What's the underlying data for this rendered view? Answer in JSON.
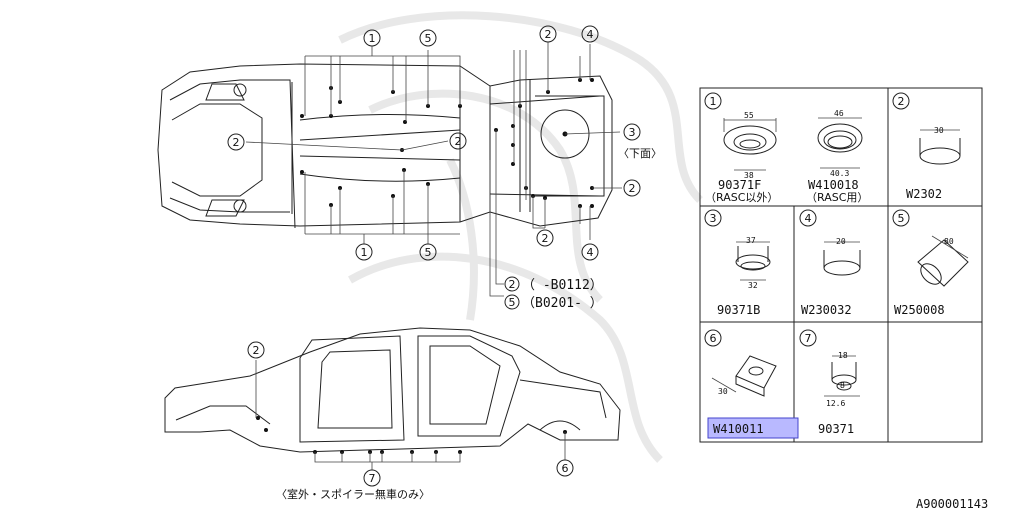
{
  "diagram": {
    "callouts": {
      "c1": "1",
      "c2": "2",
      "c3": "3",
      "c4": "4",
      "c5": "5",
      "c6": "6",
      "c7": "7"
    },
    "underside_note": "〈下面〉",
    "range_note_2": "（ -B0112）",
    "range_note_5": "（B0201- ）",
    "side_note": "〈室外・スポイラー無車のみ〉",
    "catalog_code": "A900001143"
  },
  "parts": [
    {
      "index": "1",
      "items": [
        {
          "part": "90371F",
          "note": "（RASC以外）",
          "dim_top": "55",
          "dim_bottom": "38"
        },
        {
          "part": "W410018",
          "note": "（RASC用）",
          "dim_top": "46",
          "dim_bottom": "40.3"
        }
      ]
    },
    {
      "index": "2",
      "part": "W2302",
      "dim_top": "30"
    },
    {
      "index": "3",
      "part": "90371B",
      "dim_top": "37",
      "dim_bottom": "32"
    },
    {
      "index": "4",
      "part": "W230032",
      "dim_top": "20"
    },
    {
      "index": "5",
      "part": "W250008",
      "dim_top": "80"
    },
    {
      "index": "6",
      "part": "W410011",
      "dim_top": "30",
      "highlighted": true
    },
    {
      "index": "7",
      "part": "90371",
      "dim_top": "18",
      "dim_mid": "8",
      "dim_bottom": "12.6"
    }
  ]
}
